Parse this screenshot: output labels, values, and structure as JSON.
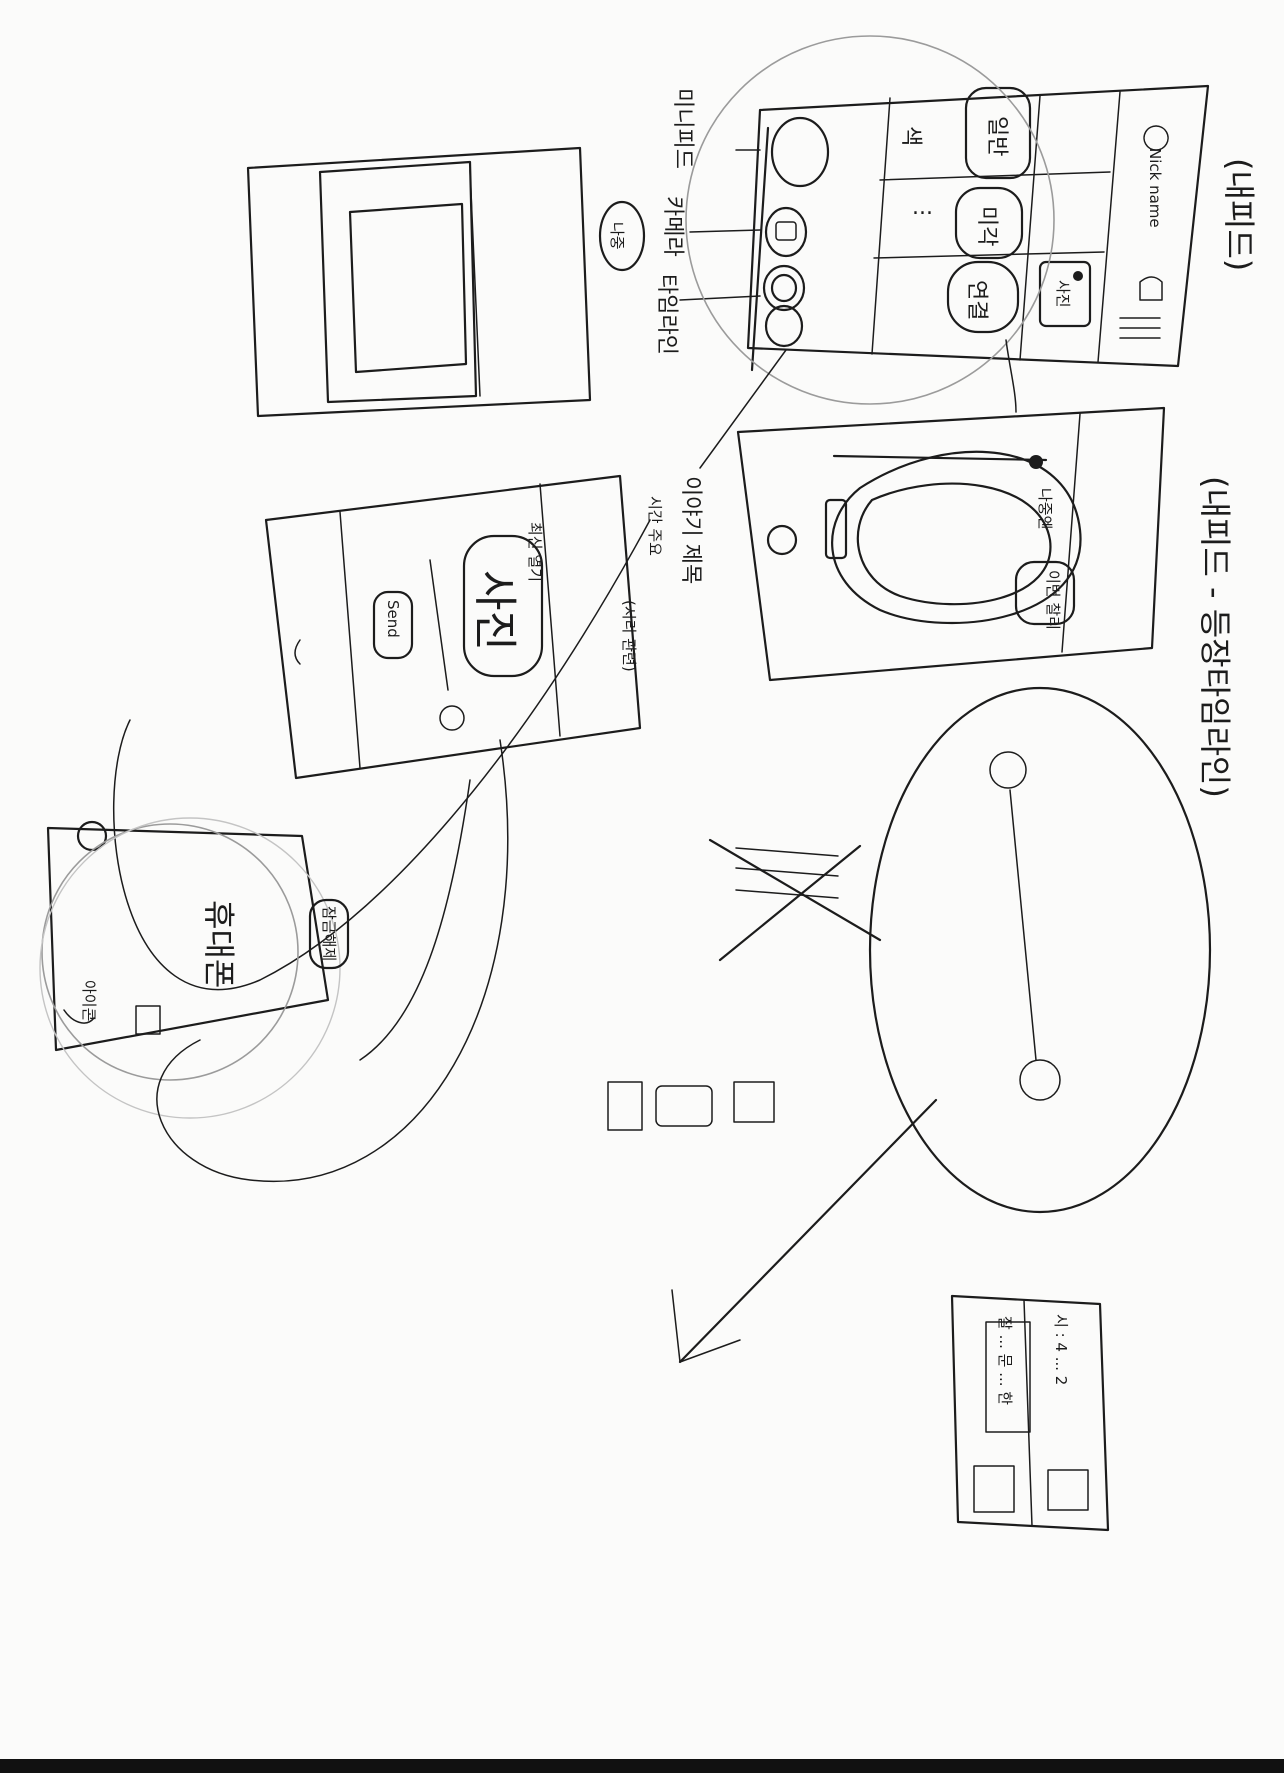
{
  "title_feed": "(내피드)",
  "title_feed_detail": "(내피드 - 등장타임라인)",
  "profile": {
    "nick": "Nick name"
  },
  "feed_grid": {
    "cell_1": "일반",
    "cell_2": "미각",
    "cell_3": "색",
    "cell_4": "연결",
    "cell_5": "사진"
  },
  "grid_more": "...",
  "toolbar_labels": {
    "minifeed": "미니피드",
    "camera": "카메라",
    "timeline": "타임라인"
  },
  "left_circle_text": "나중",
  "post": {
    "title": "이야기 제목",
    "date": "시간 주요",
    "tag": "(시리 관련)",
    "card_text": "사진",
    "card_caption": "최신 열기",
    "send_button": "Send"
  },
  "panel": {
    "main_text": "휴대폰",
    "badge": "잠금해제",
    "side_label": "아이콘"
  },
  "detail": {
    "chip": "이번 찰리",
    "note": "나중엔"
  },
  "note_card": {
    "line1": "시 : 4 ... 2",
    "line2": "잘 ... 문 ... 한"
  }
}
